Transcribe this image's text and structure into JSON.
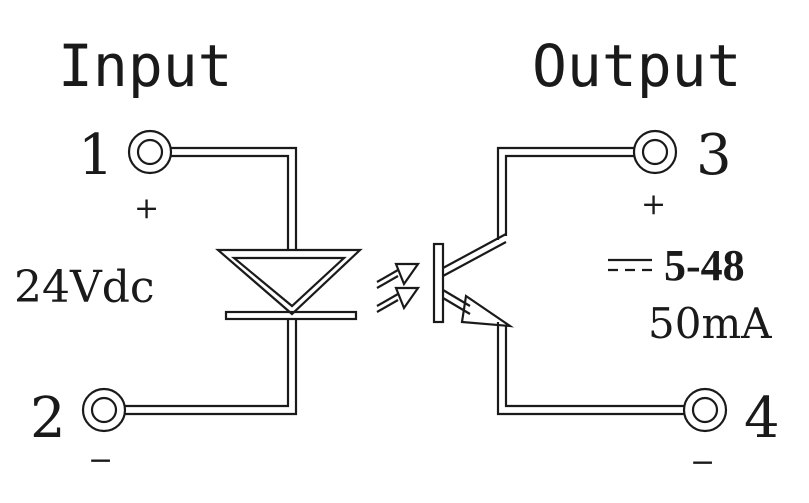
{
  "headings": {
    "input": "Input",
    "output": "Output"
  },
  "terminals": {
    "t1": {
      "number": "1",
      "polarity": "+"
    },
    "t2": {
      "number": "2",
      "polarity": "−"
    },
    "t3": {
      "number": "3",
      "polarity": "+"
    },
    "t4": {
      "number": "4",
      "polarity": "−"
    }
  },
  "input_rating": {
    "voltage": "24Vdc"
  },
  "output_rating": {
    "dc_symbol": "⎓",
    "voltage": "5-48",
    "current": "50mA"
  },
  "colors": {
    "ink": "#1a1a1a",
    "background": "#ffffff"
  }
}
